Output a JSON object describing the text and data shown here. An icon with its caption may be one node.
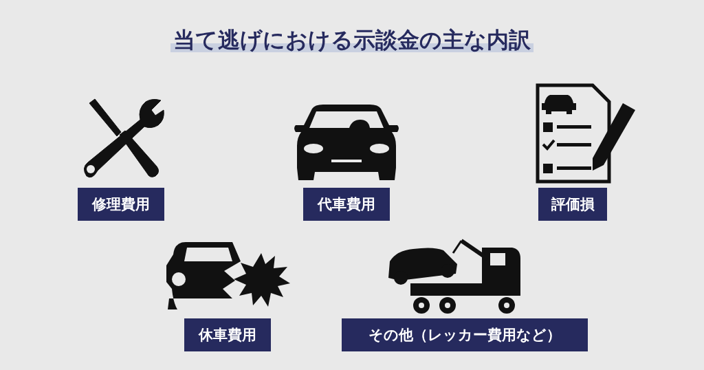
{
  "diagram": {
    "title": "当て逃げにおける示談金の主な内訳",
    "nodes": [
      {
        "text": [
          "修理費用"
        ]
      },
      {
        "text": [
          "代車費用"
        ]
      },
      {
        "text": [
          "評価損"
        ]
      },
      {
        "text": [
          "休車費用"
        ]
      },
      {
        "text": [
          "その他（レッカー費用など）"
        ]
      }
    ],
    "edges": []
  }
}
